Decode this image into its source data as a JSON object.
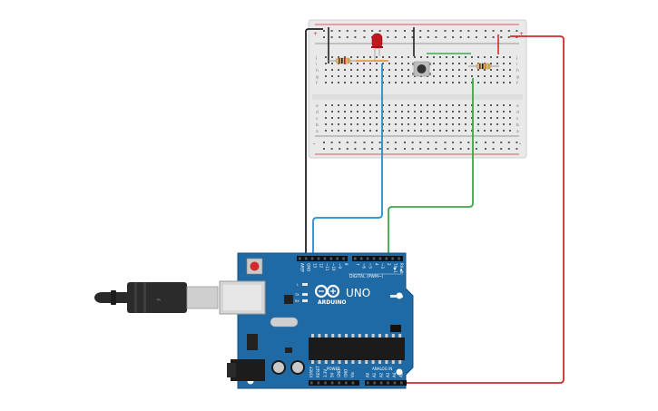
{
  "board": {
    "model": "UNO",
    "brand": "ARDUINO",
    "digital_header_label": "DIGITAL (PWM~)",
    "power_header_label": "POWER",
    "analog_header_label": "ANALOG IN",
    "on_label": "ON",
    "led_labels": [
      "L",
      "TX",
      "RX"
    ],
    "digital_pins": [
      "AREF",
      "GND",
      "13",
      "12",
      "~11",
      "~10",
      "~9",
      "8",
      "7",
      "~6",
      "~5",
      "4",
      "~3",
      "2",
      "TX▶1",
      "RX◀0"
    ],
    "power_pins": [
      "IOREF",
      "RESET",
      "3.3V",
      "5V",
      "GND",
      "GND",
      "Vin"
    ],
    "analog_pins": [
      "A0",
      "A1",
      "A2",
      "A3",
      "A4",
      "A5"
    ]
  },
  "breadboard": {
    "row_letters_top": [
      "j",
      "i",
      "h",
      "g",
      "f"
    ],
    "row_letters_bottom": [
      "e",
      "d",
      "c",
      "b",
      "a"
    ],
    "rail_signs": [
      "+",
      "-"
    ]
  },
  "colors": {
    "board_blue": "#1f6aa5",
    "wire_black": "#222222",
    "wire_red": "#d12b2b",
    "wire_blue": "#1d8fd0",
    "wire_green": "#3aa84a",
    "led_red": "#c4161c"
  },
  "components": [
    {
      "kind": "led",
      "color_name": "red"
    },
    {
      "kind": "resistor"
    },
    {
      "kind": "resistor"
    },
    {
      "kind": "pushbutton"
    },
    {
      "kind": "usb-cable"
    }
  ]
}
